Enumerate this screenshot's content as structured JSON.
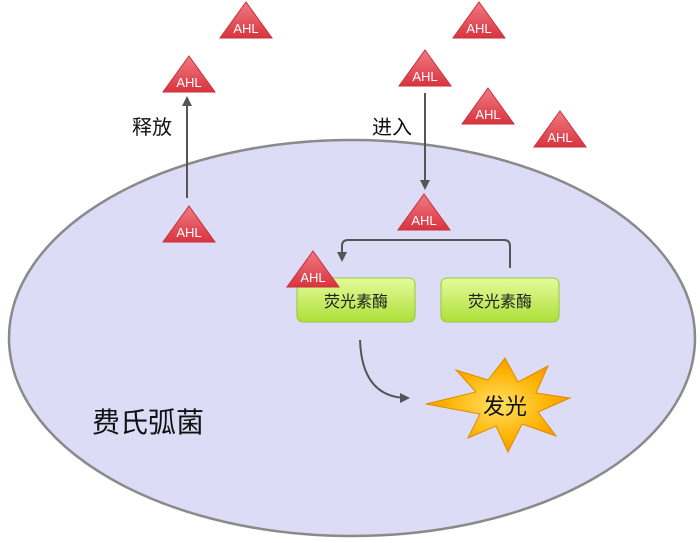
{
  "colors": {
    "cell_fill": "#dcdcf6",
    "cell_stroke": "#8a8a8a",
    "signal_fill": "#e64a54",
    "enzyme_fill": "#c6ef5a",
    "arrow": "#555555",
    "star_fill": "#f5a300"
  },
  "cell": {
    "label": "费氏弧菌"
  },
  "signal": {
    "label": "AHL"
  },
  "arrows": {
    "release_label": "释放",
    "enter_label": "进入"
  },
  "enzymes": [
    {
      "label": "荧光素酶"
    },
    {
      "label": "荧光素酶"
    }
  ],
  "output": {
    "label": "发光",
    "icon": "starburst-icon"
  }
}
